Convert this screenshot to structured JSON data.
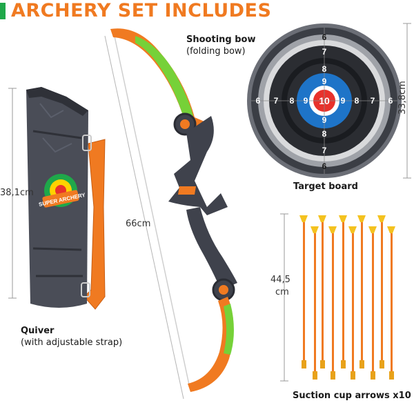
{
  "title": "ARCHERY SET INCLUDES",
  "bow": {
    "label": "Shooting bow",
    "sub": "(folding bow)",
    "length": "66cm"
  },
  "quiver": {
    "label": "Quiver",
    "sub": "(with adjustable strap)",
    "height": "38,1cm",
    "logo_text": "SUPER ARCHERY"
  },
  "target": {
    "label": "Target board",
    "size": "33,8cm",
    "center": "10",
    "ring9": "9",
    "ring8": "8",
    "ring7": "7",
    "ring6": "6"
  },
  "arrows": {
    "label": "Suction cup arrows x10",
    "length_a": "44,5",
    "length_b": "cm",
    "count": 10
  },
  "colors": {
    "accent": "#f07a21",
    "green": "#1fa84a",
    "quiver": "#4a4d57",
    "bow_gray": "#3f424c",
    "target_blue": "#1e74c8"
  }
}
